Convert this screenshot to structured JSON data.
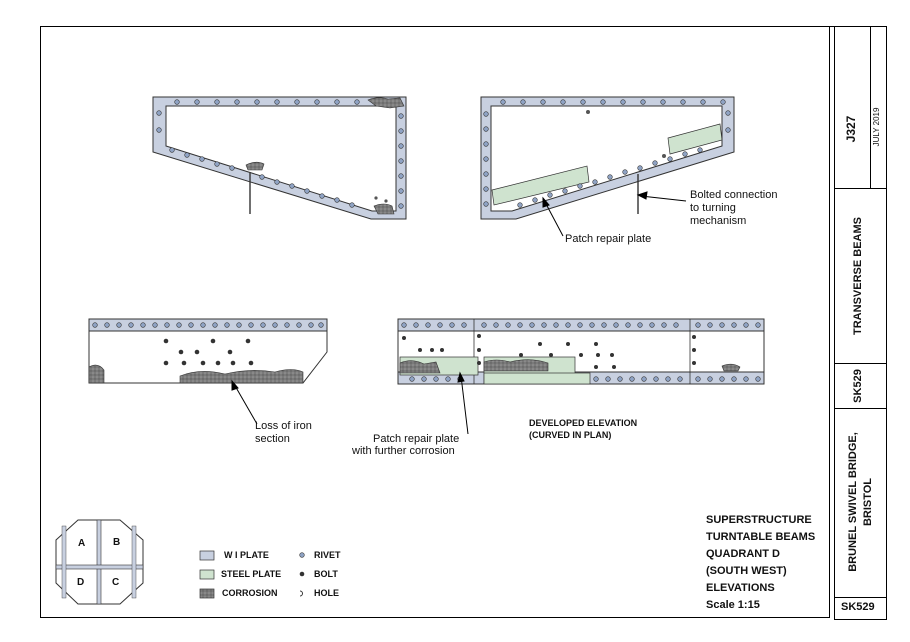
{
  "title_block": {
    "job_number": "J327",
    "date": "JULY 2019",
    "drawing_subject": "TRANSVERSE BEAMS",
    "sheet_ref": "SK529",
    "project_line1": "BRUNEL SWIVEL BRIDGE,",
    "project_line2": "BRISTOL",
    "drawing_number": "SK529"
  },
  "drawing_title": {
    "line1": "SUPERSTRUCTURE",
    "line2": "TURNTABLE BEAMS",
    "line3": "QUADRANT D",
    "line4": "(SOUTH WEST)",
    "line5": "ELEVATIONS",
    "scale": "Scale 1:15"
  },
  "annotations": {
    "bolted_connection": [
      "Bolted connection",
      "to turning",
      "mechanism"
    ],
    "patch_repair_top": "Patch repair plate",
    "loss_of_iron": [
      "Loss of iron",
      "section"
    ],
    "patch_repair_corrosion": [
      "Patch repair plate",
      "with further corrosion"
    ],
    "developed_elevation": [
      "DEVELOPED ELEVATION",
      "(CURVED IN PLAN)"
    ]
  },
  "key_plan": {
    "quadrants": [
      "A",
      "B",
      "C",
      "D"
    ]
  },
  "legend": {
    "materials": [
      {
        "label": "W I PLATE",
        "color": "#c8d0e0"
      },
      {
        "label": "STEEL PLATE",
        "color": "#cfe3cf"
      },
      {
        "label": "CORROSION",
        "color": "#7a7a7a"
      }
    ],
    "fixings": [
      {
        "label": "RIVET",
        "icon": "rivet-icon"
      },
      {
        "label": "BOLT",
        "icon": "bolt-icon"
      },
      {
        "label": "HOLE",
        "icon": "hole-icon"
      }
    ]
  },
  "colors": {
    "wi_plate": "#c8d0e0",
    "steel_plate": "#cfe3cf",
    "corrosion": "#7a7a7a",
    "rivet": "#8fa3c4",
    "line": "#000000"
  }
}
